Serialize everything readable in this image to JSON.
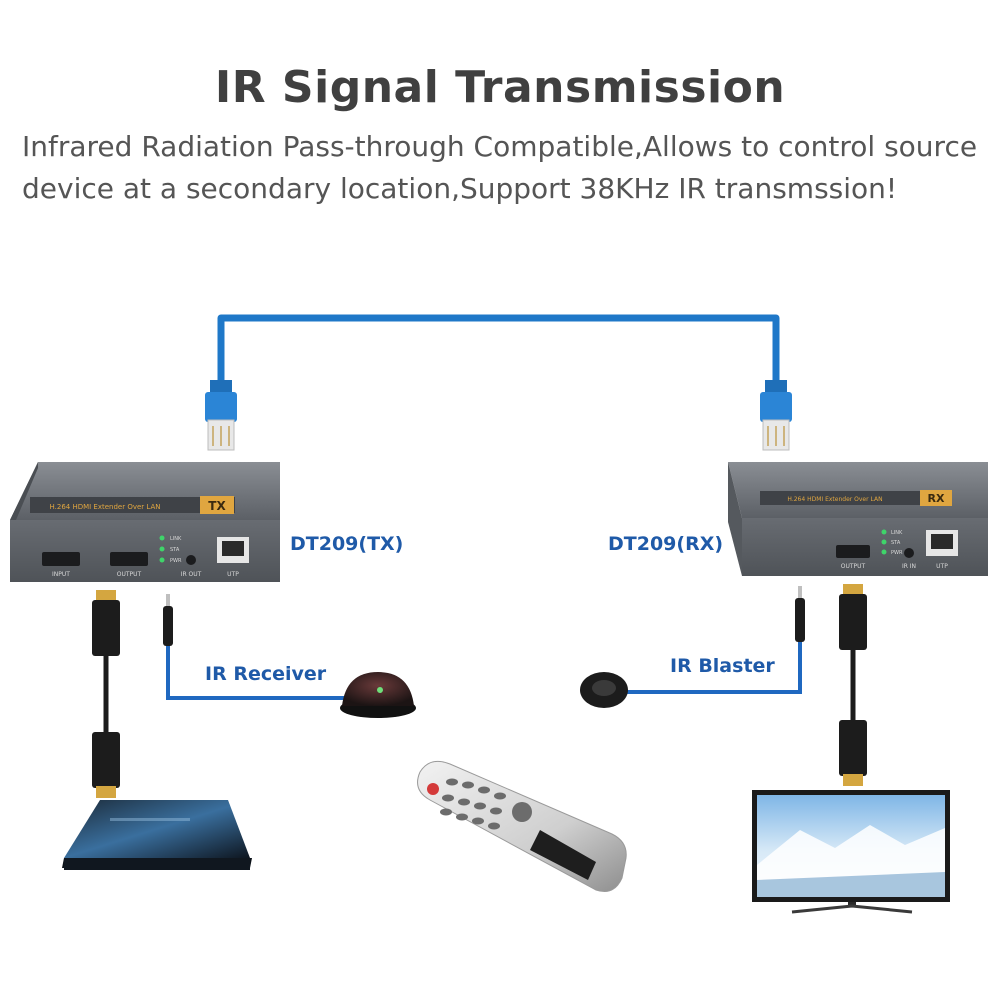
{
  "header": {
    "title": "IR Signal Transmission",
    "description_line1": "Infrared Radiation Pass-through Compatible,Allows to control source",
    "description_line2": "device at a secondary location,Support 38KHz IR transmssion!"
  },
  "tx": {
    "label": "DT209(TX)",
    "front_banner": "H.264 HDMI Extender Over LAN",
    "badge": "TX",
    "ports": {
      "input": "INPUT",
      "output": "OUTPUT",
      "ir": "IR OUT",
      "utp": "UTP"
    },
    "leds": [
      "LINK",
      "STA",
      "PWR"
    ]
  },
  "rx": {
    "label": "DT209(RX)",
    "front_banner": "H.264 HDMI Extender Over LAN",
    "badge": "RX",
    "ports": {
      "output": "OUTPUT",
      "ir": "IR IN",
      "utp": "UTP"
    },
    "leds": [
      "LINK",
      "STA",
      "PWR"
    ]
  },
  "labels": {
    "ir_receiver": "IR Receiver",
    "ir_blaster": "IR Blaster"
  },
  "colors": {
    "network_cable": "#1f78c8",
    "ir_line": "#1f68c0",
    "label_blue": "#1f5aa8",
    "device_body": "#5d6168",
    "badge": "#e0a640"
  }
}
